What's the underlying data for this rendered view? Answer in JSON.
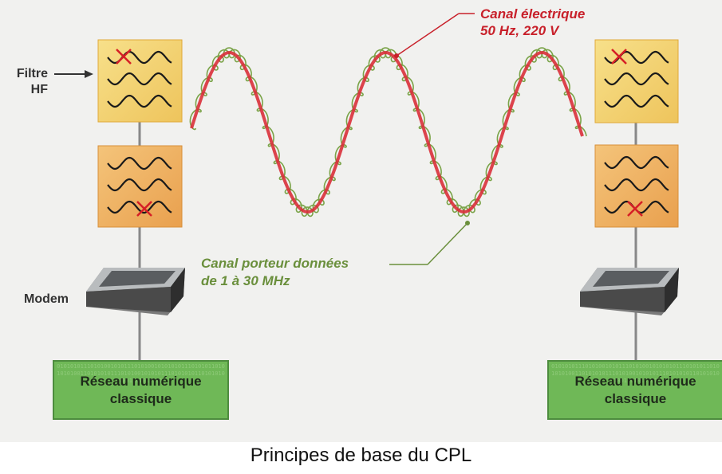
{
  "labels": {
    "filter": [
      "Filtre",
      "HF"
    ],
    "modem": "Modem",
    "electric_channel": [
      "Canal électrique",
      "50 Hz, 220 V"
    ],
    "data_channel": [
      "Canal porteur données",
      "de 1 à 30 MHz"
    ]
  },
  "networks": {
    "left": [
      "Réseau numérique",
      "classique"
    ],
    "right": [
      "Réseau numérique",
      "classique"
    ],
    "binary_texture": "01010101110101001010111010100101010101110101011010101010011010101011101010010101011101010101101010101001101010101"
  },
  "caption": "Principes de base du CPL",
  "colors": {
    "filter_top": "#f3d774",
    "filter_bottom": "#f0b566",
    "network": "#6fb857",
    "electric_wave": "#d9303a",
    "data_wave": "#7aa348",
    "cross": "#d61f26"
  }
}
